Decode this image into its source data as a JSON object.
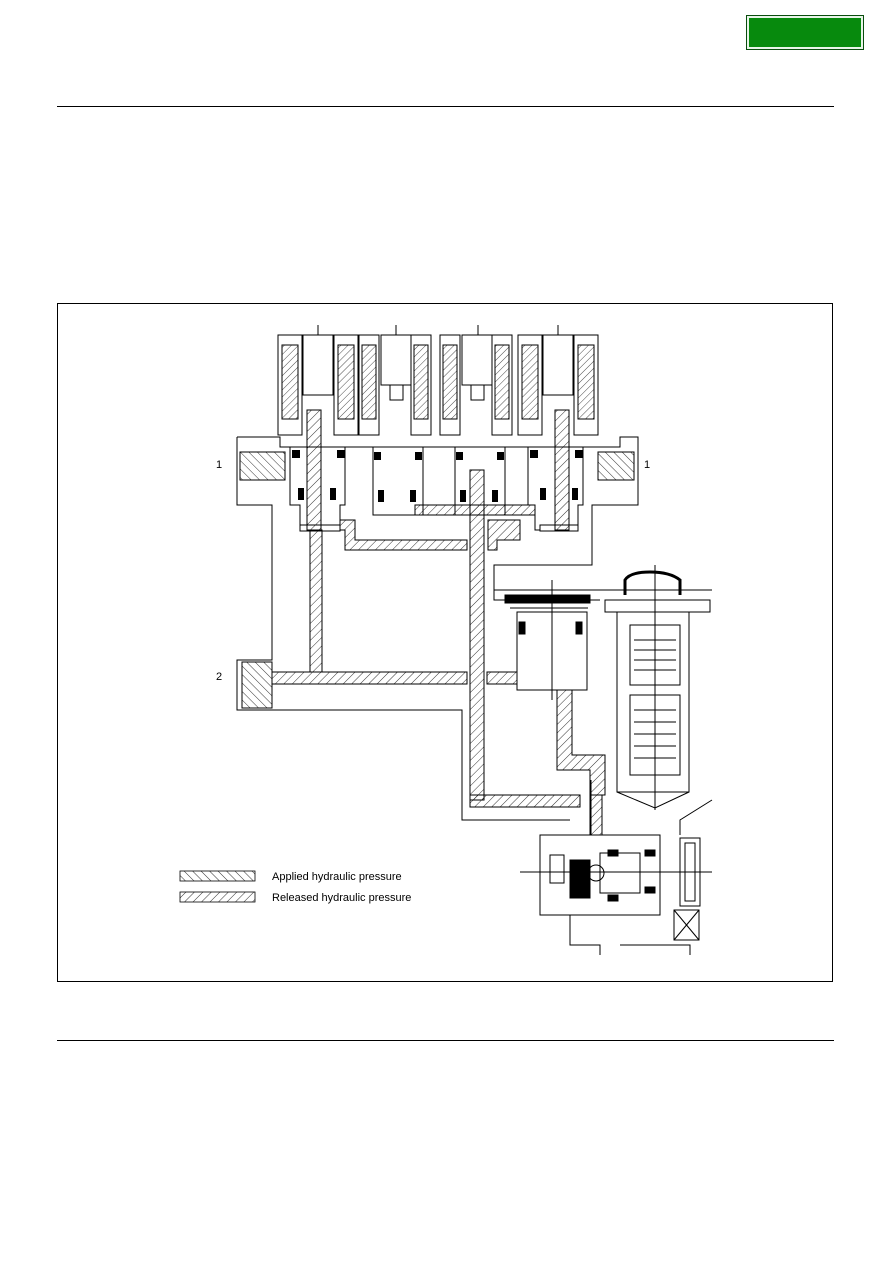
{
  "header": {
    "tab_color": "#078a0d"
  },
  "figure": {
    "callouts": [
      {
        "id": "left-1",
        "text": "1"
      },
      {
        "id": "right-1",
        "text": "1"
      },
      {
        "id": "left-2",
        "text": "2"
      }
    ],
    "legend": {
      "applied_label": "Applied hydraulic pressure",
      "released_label": "Released hydraulic pressure"
    }
  }
}
